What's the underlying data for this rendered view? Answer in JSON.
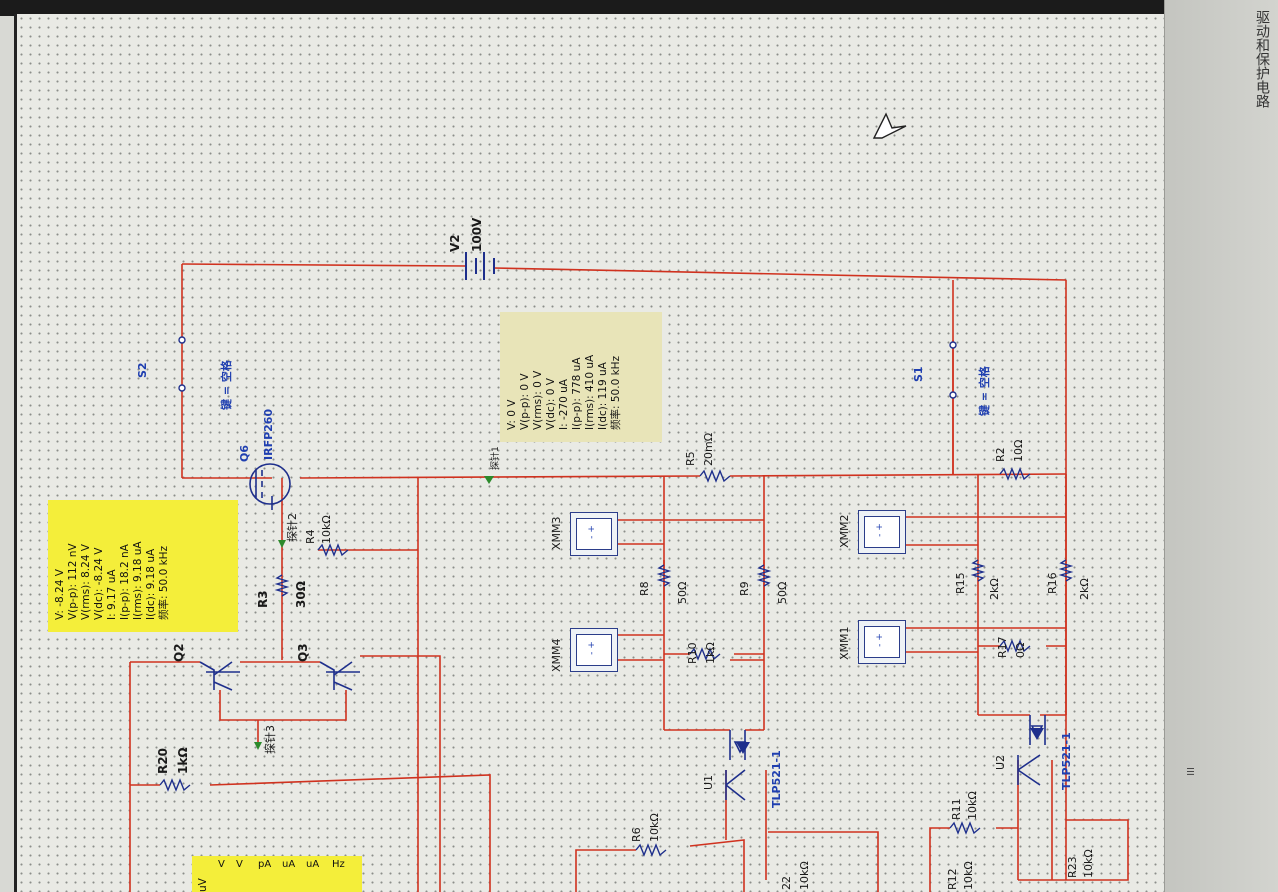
{
  "app": {
    "side_title": "驱动和保护电路",
    "scroll_glyph": "III"
  },
  "components": {
    "v2": {
      "ref": "V2",
      "value": "100V"
    },
    "s2": {
      "ref": "S2",
      "key": "键 = 空格"
    },
    "s1": {
      "ref": "S1",
      "key": "键 = 空格"
    },
    "q6": {
      "ref": "Q6",
      "part": "IRFP260"
    },
    "r5": {
      "ref": "R5",
      "value": "20mΩ"
    },
    "r2": {
      "ref": "R2",
      "value": "10Ω"
    },
    "r3": {
      "ref": "R3",
      "value": "30Ω"
    },
    "r4": {
      "ref": "R4",
      "value": "10kΩ"
    },
    "r8": {
      "ref": "R8",
      "value": "50Ω"
    },
    "r9": {
      "ref": "R9",
      "value": "50Ω"
    },
    "r10": {
      "ref": "R10",
      "value": "1kΩ"
    },
    "r15": {
      "ref": "R15",
      "value": "2kΩ"
    },
    "r16": {
      "ref": "R16",
      "value": "2kΩ"
    },
    "r17": {
      "ref": "R17",
      "value": "0Ω"
    },
    "r20": {
      "ref": "R20",
      "value": "1kΩ"
    },
    "r6": {
      "ref": "R6",
      "value": "10kΩ"
    },
    "r11": {
      "ref": "R11",
      "value": "10kΩ"
    },
    "r12": {
      "ref": "R12",
      "value": "10kΩ"
    },
    "r23": {
      "ref": "R23",
      "value": "10kΩ"
    },
    "r22": {
      "ref": "22",
      "value": "10kΩ"
    },
    "q2": {
      "ref": "Q2"
    },
    "q3": {
      "ref": "Q3"
    },
    "u1": {
      "ref": "U1",
      "part": "TLP521-1"
    },
    "u2": {
      "ref": "U2",
      "part": "TLP521-1"
    },
    "xmm1": "XMM1",
    "xmm2": "XMM2",
    "xmm3": "XMM3",
    "xmm4": "XMM4",
    "probe2": "探针2",
    "probe3": "探针3",
    "probe1": "探针1"
  },
  "probe_gate": {
    "lines": [
      "V: -8.24 V",
      "V(p-p): 112 nV",
      "V(rms): 8.24 V",
      "V(dc): -8.24 V",
      "I: 9.17 uA",
      "I(p-p): 18.2 nA",
      "I(rms): 9.18 uA",
      "I(dc): 9.18 uA",
      "频率: 50.0 kHz"
    ]
  },
  "probe_drain": {
    "lines": [
      "V: 0 V",
      "V(p-p): 0 V",
      "V(rms): 0 V",
      "V(dc): 0 V",
      "I: -270 uA",
      "I(p-p): 778 uA",
      "I(rms): 410 uA",
      "I(dc): 119 uA",
      "频率: 50.0 kHz"
    ]
  },
  "probe_partial": {
    "lines": [
      "uV",
      "V",
      "V",
      "pA",
      "uA",
      "uA",
      "Hz"
    ]
  },
  "colors": {
    "wire": "#d0321f",
    "component": "#1e2f8c",
    "probe_yellow": "#f4ee3a"
  }
}
